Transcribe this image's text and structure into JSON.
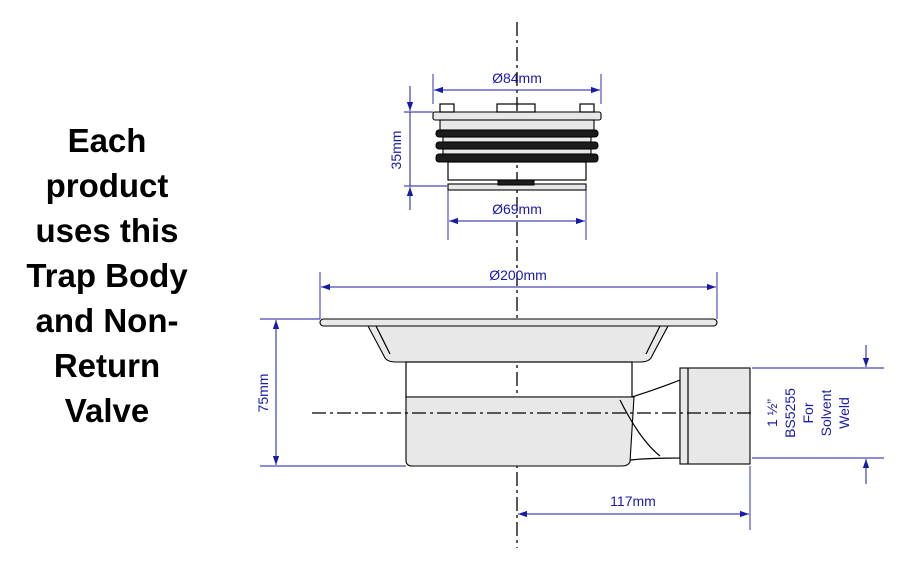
{
  "caption": {
    "lines": [
      "Each",
      "product",
      "uses this",
      "Trap Body",
      "and Non-",
      "Return",
      "Valve"
    ]
  },
  "dimensions": {
    "top_diameter": "Ø84mm",
    "height_35": "35mm",
    "bottom_diameter": "Ø69mm",
    "flange_diameter": "Ø200mm",
    "height_75": "75mm",
    "offset_117": "117mm",
    "outlet_size": "1 ½”",
    "outlet_standard": "BS5255",
    "outlet_for": "For",
    "outlet_solvent": "Solvent",
    "outlet_weld": "Weld"
  },
  "colors": {
    "dimension": "#1a1aa8",
    "outline": "#000000"
  }
}
